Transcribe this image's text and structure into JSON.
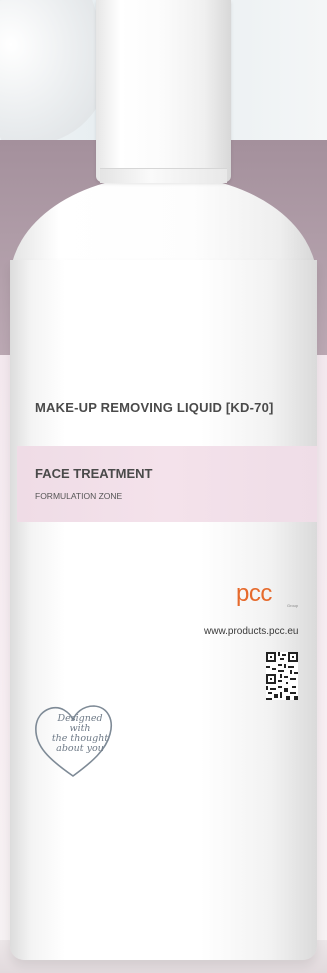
{
  "product": {
    "name": "MAKE-UP REMOVING LIQUID",
    "code": "[KD-70]",
    "category": "FACE TREATMENT",
    "subcategory": "FORMULATION ZONE"
  },
  "brand": {
    "logo_text": "pcc",
    "logo_subtext": "Group",
    "website": "www.products.pcc.eu",
    "logo_color": "#e66a2c"
  },
  "stamp": {
    "lines": [
      "Designed with",
      "the thought",
      "about you"
    ]
  },
  "colors": {
    "band": "#f2e0e9",
    "text": "#4a4a4a"
  }
}
